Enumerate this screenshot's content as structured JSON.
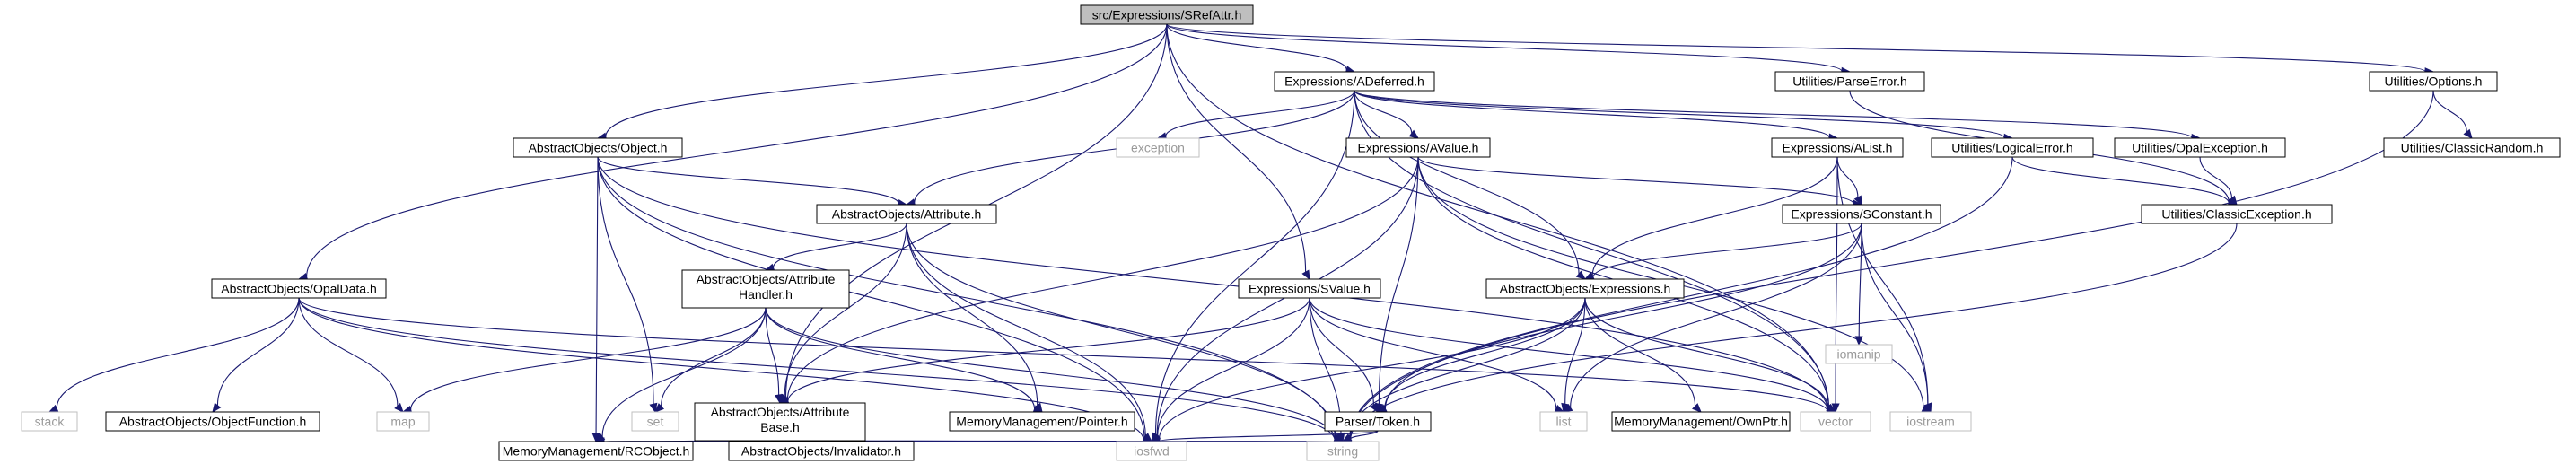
{
  "colors": {
    "edge": "#191970",
    "box_border": "#000000",
    "system_border": "#bfbfbf",
    "root_fill": "#bfbfbf",
    "node_fill": "#ffffff"
  },
  "nodes": [
    {
      "id": "root",
      "label": "src/Expressions/SRefAttr.h",
      "kind": "root"
    },
    {
      "id": "adeferred",
      "label": "Expressions/ADeferred.h",
      "kind": "file"
    },
    {
      "id": "parseerror",
      "label": "Utilities/ParseError.h",
      "kind": "file"
    },
    {
      "id": "options",
      "label": "Utilities/Options.h",
      "kind": "file"
    },
    {
      "id": "object",
      "label": "AbstractObjects/Object.h",
      "kind": "file"
    },
    {
      "id": "exception",
      "label": "exception",
      "kind": "system"
    },
    {
      "id": "avalue",
      "label": "Expressions/AValue.h",
      "kind": "file"
    },
    {
      "id": "alist",
      "label": "Expressions/AList.h",
      "kind": "file"
    },
    {
      "id": "logicalerror",
      "label": "Utilities/LogicalError.h",
      "kind": "file"
    },
    {
      "id": "opalexception",
      "label": "Utilities/OpalException.h",
      "kind": "file"
    },
    {
      "id": "classicrandom",
      "label": "Utilities/ClassicRandom.h",
      "kind": "file"
    },
    {
      "id": "attribute",
      "label": "AbstractObjects/Attribute.h",
      "kind": "file"
    },
    {
      "id": "sconstant",
      "label": "Expressions/SConstant.h",
      "kind": "file"
    },
    {
      "id": "classicexception",
      "label": "Utilities/ClassicException.h",
      "kind": "file"
    },
    {
      "id": "opaldata",
      "label": "AbstractObjects/OpalData.h",
      "kind": "file"
    },
    {
      "id": "attrhandler",
      "label": [
        "AbstractObjects/Attribute",
        "Handler.h"
      ],
      "kind": "file"
    },
    {
      "id": "svalue",
      "label": "Expressions/SValue.h",
      "kind": "file"
    },
    {
      "id": "expressions",
      "label": "AbstractObjects/Expressions.h",
      "kind": "file"
    },
    {
      "id": "iomanip",
      "label": "iomanip",
      "kind": "system"
    },
    {
      "id": "stack",
      "label": "stack",
      "kind": "system"
    },
    {
      "id": "objectfunction",
      "label": "AbstractObjects/ObjectFunction.h",
      "kind": "file"
    },
    {
      "id": "map",
      "label": "map",
      "kind": "system"
    },
    {
      "id": "set",
      "label": "set",
      "kind": "system"
    },
    {
      "id": "attrbase",
      "label": [
        "AbstractObjects/Attribute",
        "Base.h"
      ],
      "kind": "file"
    },
    {
      "id": "pointer",
      "label": "MemoryManagement/Pointer.h",
      "kind": "file"
    },
    {
      "id": "token",
      "label": "Parser/Token.h",
      "kind": "file"
    },
    {
      "id": "list",
      "label": "list",
      "kind": "system"
    },
    {
      "id": "ownptr",
      "label": "MemoryManagement/OwnPtr.h",
      "kind": "file"
    },
    {
      "id": "vector",
      "label": "vector",
      "kind": "system"
    },
    {
      "id": "iostream",
      "label": "iostream",
      "kind": "system"
    },
    {
      "id": "rcobject",
      "label": "MemoryManagement/RCObject.h",
      "kind": "file"
    },
    {
      "id": "invalidator",
      "label": "AbstractObjects/Invalidator.h",
      "kind": "file"
    },
    {
      "id": "iosfwd",
      "label": "iosfwd",
      "kind": "system"
    },
    {
      "id": "string",
      "label": "string",
      "kind": "system"
    }
  ],
  "edges": [
    [
      "root",
      "adeferred"
    ],
    [
      "root",
      "parseerror"
    ],
    [
      "root",
      "options"
    ],
    [
      "root",
      "object"
    ],
    [
      "root",
      "opaldata"
    ],
    [
      "root",
      "attrbase"
    ],
    [
      "root",
      "svalue"
    ],
    [
      "root",
      "vector"
    ],
    [
      "adeferred",
      "exception"
    ],
    [
      "adeferred",
      "avalue"
    ],
    [
      "adeferred",
      "alist"
    ],
    [
      "adeferred",
      "logicalerror"
    ],
    [
      "adeferred",
      "opalexception"
    ],
    [
      "adeferred",
      "attribute"
    ],
    [
      "adeferred",
      "expressions"
    ],
    [
      "adeferred",
      "iosfwd"
    ],
    [
      "adeferred",
      "vector"
    ],
    [
      "parseerror",
      "classicexception"
    ],
    [
      "options",
      "classicrandom"
    ],
    [
      "options",
      "string"
    ],
    [
      "object",
      "attribute"
    ],
    [
      "object",
      "set"
    ],
    [
      "object",
      "vector"
    ],
    [
      "object",
      "rcobject"
    ],
    [
      "object",
      "iosfwd"
    ],
    [
      "object",
      "string"
    ],
    [
      "avalue",
      "sconstant"
    ],
    [
      "avalue",
      "attrbase"
    ],
    [
      "avalue",
      "token"
    ],
    [
      "avalue",
      "vector"
    ],
    [
      "avalue",
      "iosfwd"
    ],
    [
      "avalue",
      "iostream"
    ],
    [
      "alist",
      "sconstant"
    ],
    [
      "alist",
      "expressions"
    ],
    [
      "alist",
      "vector"
    ],
    [
      "alist",
      "iostream"
    ],
    [
      "logicalerror",
      "classicexception"
    ],
    [
      "logicalerror",
      "string"
    ],
    [
      "opalexception",
      "classicexception"
    ],
    [
      "classicexception",
      "string"
    ],
    [
      "attribute",
      "attrhandler"
    ],
    [
      "attribute",
      "attrbase"
    ],
    [
      "attribute",
      "pointer"
    ],
    [
      "attribute",
      "iosfwd"
    ],
    [
      "attribute",
      "string"
    ],
    [
      "sconstant",
      "expressions"
    ],
    [
      "sconstant",
      "token"
    ],
    [
      "sconstant",
      "iomanip"
    ],
    [
      "sconstant",
      "list"
    ],
    [
      "sconstant",
      "iostream"
    ],
    [
      "opaldata",
      "stack"
    ],
    [
      "opaldata",
      "objectfunction"
    ],
    [
      "opaldata",
      "map"
    ],
    [
      "opaldata",
      "vector"
    ],
    [
      "opaldata",
      "iosfwd"
    ],
    [
      "opaldata",
      "string"
    ],
    [
      "attrhandler",
      "map"
    ],
    [
      "attrhandler",
      "set"
    ],
    [
      "attrhandler",
      "attrbase"
    ],
    [
      "attrhandler",
      "pointer"
    ],
    [
      "attrhandler",
      "rcobject"
    ],
    [
      "attrhandler",
      "string"
    ],
    [
      "svalue",
      "attrbase"
    ],
    [
      "svalue",
      "token"
    ],
    [
      "svalue",
      "list"
    ],
    [
      "svalue",
      "vector"
    ],
    [
      "svalue",
      "iosfwd"
    ],
    [
      "svalue",
      "string"
    ],
    [
      "expressions",
      "token"
    ],
    [
      "expressions",
      "list"
    ],
    [
      "expressions",
      "ownptr"
    ],
    [
      "expressions",
      "vector"
    ],
    [
      "expressions",
      "iosfwd"
    ],
    [
      "expressions",
      "string"
    ],
    [
      "attrbase",
      "rcobject"
    ],
    [
      "attrbase",
      "invalidator"
    ],
    [
      "attrbase",
      "iosfwd"
    ],
    [
      "attrbase",
      "string"
    ],
    [
      "token",
      "iosfwd"
    ],
    [
      "token",
      "string"
    ]
  ]
}
